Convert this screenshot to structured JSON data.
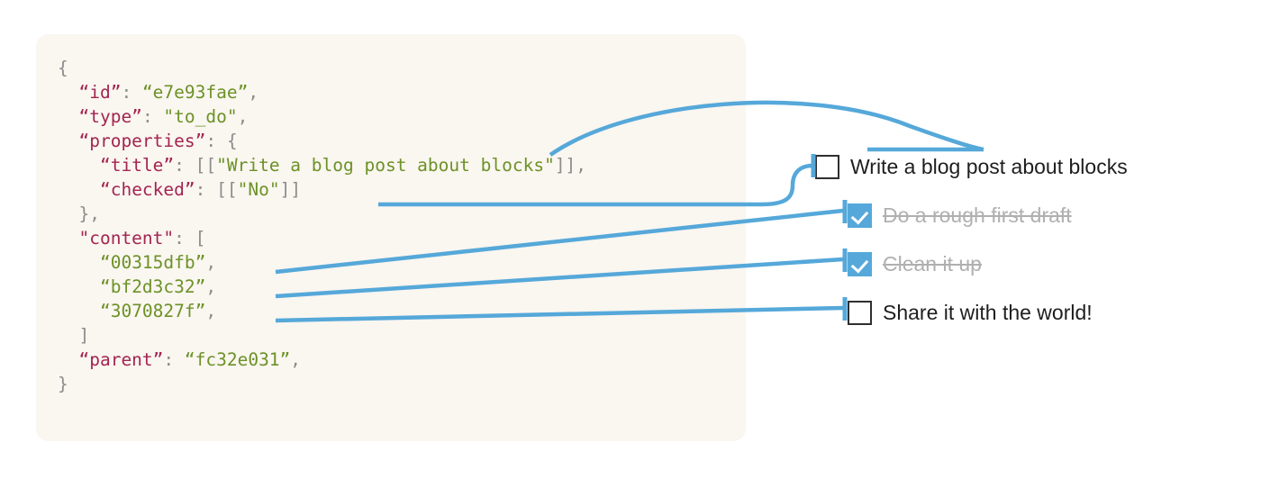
{
  "diagram": {
    "accent_color": "#55a8d9",
    "panel_background": "#faf6f0",
    "page_background": "#ffffff"
  },
  "code": {
    "language": "json",
    "colors": {
      "punctuation": "#8c8c8c",
      "key": "#a32552",
      "string": "#6c9227"
    },
    "lines": [
      {
        "indent": 0,
        "tokens": [
          {
            "t": "{",
            "c": "pun"
          }
        ]
      },
      {
        "indent": 1,
        "tokens": [
          {
            "t": "“id”",
            "c": "key"
          },
          {
            "t": ": ",
            "c": "pun"
          },
          {
            "t": "“e7e93fae”",
            "c": "str"
          },
          {
            "t": ",",
            "c": "pun"
          }
        ]
      },
      {
        "indent": 1,
        "tokens": [
          {
            "t": "“type”",
            "c": "key"
          },
          {
            "t": ": ",
            "c": "pun"
          },
          {
            "t": "\"to_do\"",
            "c": "str"
          },
          {
            "t": ",",
            "c": "pun"
          }
        ]
      },
      {
        "indent": 1,
        "tokens": [
          {
            "t": "“properties”",
            "c": "key"
          },
          {
            "t": ": {",
            "c": "pun"
          }
        ]
      },
      {
        "indent": 2,
        "tokens": [
          {
            "t": "“title”",
            "c": "key"
          },
          {
            "t": ": [[",
            "c": "pun"
          },
          {
            "t": "\"Write a blog post about blocks\"",
            "c": "str"
          },
          {
            "t": "]],",
            "c": "pun"
          }
        ]
      },
      {
        "indent": 2,
        "tokens": [
          {
            "t": "“checked”",
            "c": "key"
          },
          {
            "t": ": [[",
            "c": "pun"
          },
          {
            "t": "\"No\"",
            "c": "str"
          },
          {
            "t": "]]",
            "c": "pun"
          }
        ]
      },
      {
        "indent": 1,
        "tokens": [
          {
            "t": "},",
            "c": "pun"
          }
        ]
      },
      {
        "indent": 1,
        "tokens": [
          {
            "t": "\"content\"",
            "c": "key"
          },
          {
            "t": ": [",
            "c": "pun"
          }
        ]
      },
      {
        "indent": 2,
        "tokens": [
          {
            "t": "“00315dfb”",
            "c": "str"
          },
          {
            "t": ",",
            "c": "pun"
          }
        ]
      },
      {
        "indent": 2,
        "tokens": [
          {
            "t": "“bf2d3c32”",
            "c": "str"
          },
          {
            "t": ",",
            "c": "pun"
          }
        ]
      },
      {
        "indent": 2,
        "tokens": [
          {
            "t": "“3070827f”",
            "c": "str"
          },
          {
            "t": ",",
            "c": "pun"
          }
        ]
      },
      {
        "indent": 1,
        "tokens": [
          {
            "t": "]",
            "c": "pun"
          }
        ]
      },
      {
        "indent": 1,
        "tokens": [
          {
            "t": "“parent”",
            "c": "key"
          },
          {
            "t": ": ",
            "c": "pun"
          },
          {
            "t": "“fc32e031”",
            "c": "str"
          },
          {
            "t": ",",
            "c": "pun"
          }
        ]
      },
      {
        "indent": 0,
        "tokens": [
          {
            "t": "}",
            "c": "pun"
          }
        ]
      }
    ]
  },
  "todos": [
    {
      "label": "Write a blog post about blocks",
      "checked": false
    },
    {
      "label": "Do a rough first draft",
      "checked": true
    },
    {
      "label": "Clean it up",
      "checked": true
    },
    {
      "label": "Share it with the world!",
      "checked": false
    }
  ]
}
